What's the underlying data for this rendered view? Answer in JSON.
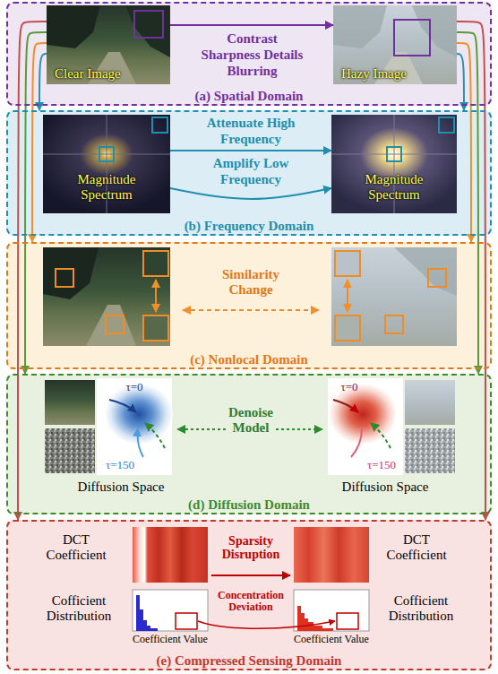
{
  "diagram": {
    "nodes": [
      {
        "text": [
          "(a) Spatial Domain"
        ]
      },
      {
        "text": [
          "Clear Image"
        ],
        "in": 0
      },
      {
        "text": [
          "Hazy Image"
        ],
        "in": 0
      },
      {
        "text": [
          "(b) Frequency Domain"
        ]
      },
      {
        "text": [
          "Magnitude Spectrum"
        ],
        "in": 3
      },
      {
        "text": [
          "Magnitude Spectrum"
        ],
        "in": 3
      },
      {
        "text": [
          "(c) Nonlocal Domain"
        ]
      },
      {
        "text": [
          "(d) Diffusion Domain"
        ]
      },
      {
        "text": [
          "(e) Compressed Sensing Domain"
        ]
      }
    ],
    "edges": [
      {
        "from": 1,
        "to": 2,
        "arrow": "to",
        "label": "Contrast Sharpness Details Blurring"
      },
      {
        "from": 4,
        "to": 5,
        "arrow": "to",
        "label": "Attenuate High Frequency"
      },
      {
        "from": 4,
        "to": 5,
        "arrow": "to",
        "label": "Amplify Low Frequency"
      },
      {
        "from": 1,
        "to": 3,
        "arrow": "to"
      },
      {
        "from": 1,
        "to": 6,
        "arrow": "to"
      },
      {
        "from": 1,
        "to": 7,
        "arrow": "to"
      },
      {
        "from": 1,
        "to": 8,
        "arrow": "to"
      },
      {
        "from": 2,
        "to": 3,
        "arrow": "to"
      },
      {
        "from": 2,
        "to": 6,
        "arrow": "to"
      },
      {
        "from": 2,
        "to": 7,
        "arrow": "to"
      },
      {
        "from": 2,
        "to": 8,
        "arrow": "to"
      }
    ],
    "labels": [
      "Similarity Change",
      "Diffusion Space",
      "τ=0",
      "τ=150",
      "Denoise Model",
      "Diffusion Space",
      "τ=0",
      "τ=150",
      "DCT Coefficient",
      "Cofficient Distribution",
      "Sparsity Disruption",
      "Concentration Deviation",
      "Coefficient Value",
      "DCT Coefficient",
      "Cofficient Distribution",
      "Coefficient Value"
    ]
  }
}
